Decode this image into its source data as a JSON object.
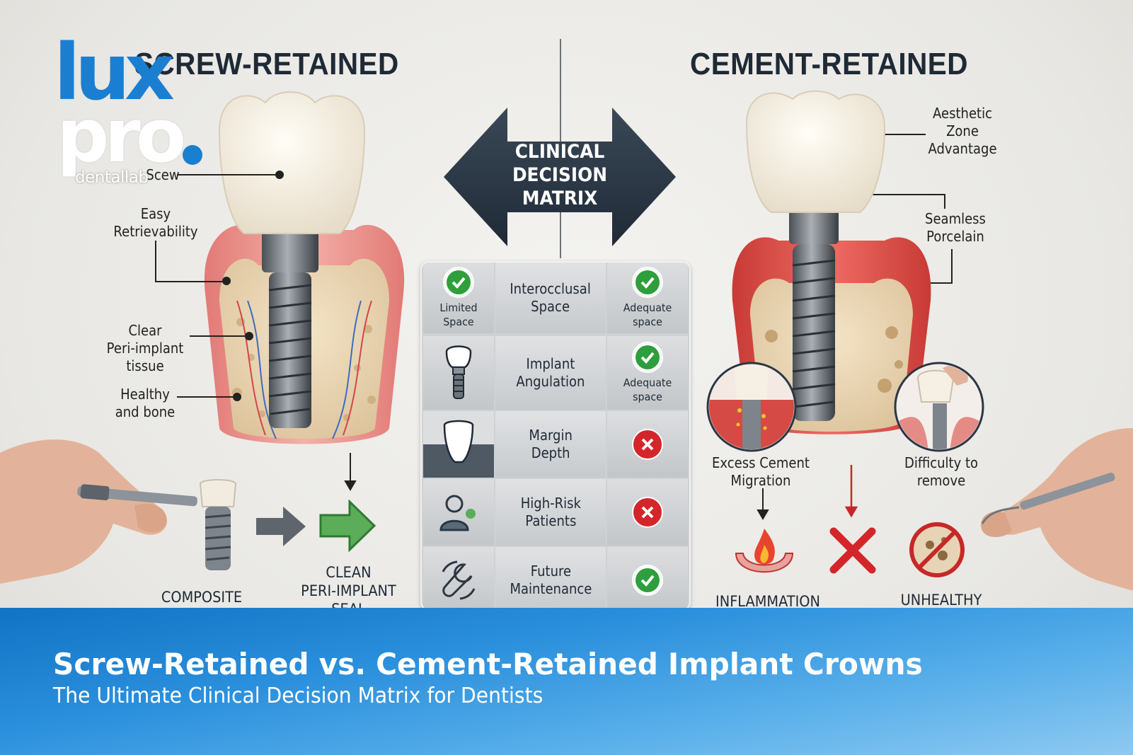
{
  "logo": {
    "word1": "lux",
    "word2": "pro",
    "word3": "dentallab"
  },
  "left": {
    "title": "SCREW-RETAINED",
    "callouts": {
      "crown": "Scew",
      "retrievability": "Easy\nRetrievability",
      "tissue": "Clear\nPeri-implant\ntissue",
      "bone": "Healthy\nand bone"
    },
    "bottom": {
      "composite": "COMPOSITE",
      "seal": "CLEAN\nPERI-IMPLANT\nSEAL"
    }
  },
  "center": {
    "arrow_label": "CLINICAL\nDECISION\nMATRIX",
    "rows": [
      {
        "left_status": "check",
        "left_text": "Limited\nSpace",
        "criterion": "Interocclusal\nSpace",
        "right_status": "check",
        "right_text": "Adequate\nspace"
      },
      {
        "left_status": "tooth-icon",
        "left_text": "",
        "criterion": "Implant\nAngulation",
        "right_status": "check",
        "right_text": "Adequate\nspace"
      },
      {
        "left_status": "margin-icon",
        "left_text": "",
        "criterion": "Margin\nDepth",
        "right_status": "cross",
        "right_text": ""
      },
      {
        "left_status": "user-icon",
        "left_text": "",
        "criterion": "High-Risk\nPatients",
        "right_status": "cross",
        "right_text": ""
      },
      {
        "left_status": "wrench-icon",
        "left_text": "",
        "criterion": "Future\nMaintenance",
        "right_status": "check",
        "right_text": ""
      }
    ]
  },
  "right": {
    "title": "CEMENT-RETAINED",
    "callouts": {
      "aesthetic": "Aesthetic\nZone\nAdvantage",
      "porcelain": "Seamless\nPorcelain",
      "cement": "Excess Cement\nMigration",
      "remove": "Difficulty to\nremove"
    },
    "bottom": {
      "inflammation": "INFLAMMATION",
      "unhealthy": "UNHEALTHY"
    }
  },
  "banner": {
    "title": "Screw-Retained vs. Cement-Retained Implant Crowns",
    "subtitle": "The Ultimate Clinical Decision Matrix for Dentists"
  },
  "colors": {
    "brand_blue": "#1a7fd1",
    "check_green": "#2f9e3c",
    "cross_red": "#d4262a",
    "gum_red": "#d9534f",
    "arrow_dark": "#2a3744"
  }
}
